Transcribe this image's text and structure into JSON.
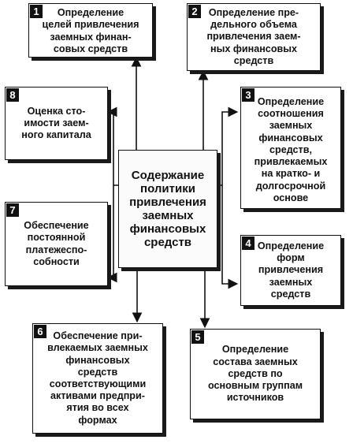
{
  "center": "Содержание\nполитики\nпривлечения\nзаемных\nфинансовых\nсредств",
  "blocks": [
    {
      "n": "1",
      "text": "Определение\nцелей привлечения\nзаемных финан-\nсовых средств"
    },
    {
      "n": "2",
      "text": "Определение пре-\nдельного объема\nпривлечения заем-\nных финансовых\nсредств"
    },
    {
      "n": "3",
      "text": "Определение\nсоотношения\nзаемных\nфинансовых\nсредств,\nпривлекаемых\nна кратко- и\nдолгосрочной\nоснове"
    },
    {
      "n": "4",
      "text": "Определение\nформ\nпривлечения\nзаемных\nсредств"
    },
    {
      "n": "5",
      "text": "Определение\nсостава заемных\nсредств по\nосновным группам\nисточников"
    },
    {
      "n": "6",
      "text": "Обеспечение при-\nвлекаемых заемных\nфинансовых\nсредств\nсоответствующими\nактивами предпри-\nятия во всех\nформах"
    },
    {
      "n": "7",
      "text": "Обеспечение\nпостоянной\nплатежеспо-\nсобности"
    },
    {
      "n": "8",
      "text": "Оценка сто-\nимости заем-\nного капитала"
    }
  ]
}
